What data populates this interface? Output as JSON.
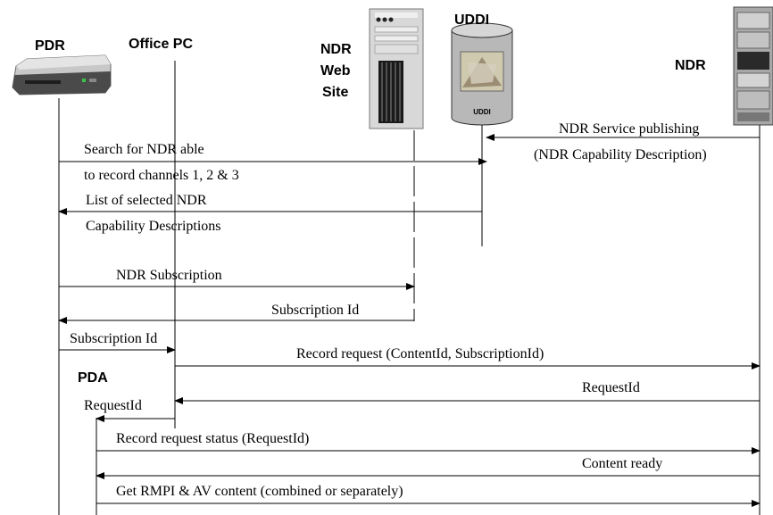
{
  "actors": {
    "pdr": "PDR",
    "office_pc": "Office PC",
    "ndr_web_site": [
      "NDR",
      "Web",
      "Site"
    ],
    "uddi": "UDDI",
    "uddi_drum_label": "UDDI",
    "ndr": "NDR",
    "pda": "PDA"
  },
  "messages": [
    {
      "id": "m1",
      "lines": [
        "NDR Service publishing",
        "(NDR Capability Description)"
      ]
    },
    {
      "id": "m2",
      "lines": [
        "Search for NDR able",
        "to record channels 1, 2 & 3"
      ]
    },
    {
      "id": "m3",
      "lines": [
        "List of selected NDR",
        "Capability Descriptions"
      ]
    },
    {
      "id": "m4",
      "lines": [
        "NDR Subscription"
      ]
    },
    {
      "id": "m5",
      "lines": [
        "Subscription Id"
      ]
    },
    {
      "id": "m6",
      "lines": [
        "Subscription Id"
      ]
    },
    {
      "id": "m7",
      "lines": [
        "Record request (ContentId, SubscriptionId)"
      ]
    },
    {
      "id": "m8",
      "lines": [
        "RequestId"
      ]
    },
    {
      "id": "m9",
      "lines": [
        "RequestId"
      ]
    },
    {
      "id": "m10",
      "lines": [
        "Record request status (RequestId)"
      ]
    },
    {
      "id": "m11",
      "lines": [
        "Content ready"
      ]
    },
    {
      "id": "m12",
      "lines": [
        "Get RMPI & AV content (combined or separately)"
      ]
    }
  ]
}
